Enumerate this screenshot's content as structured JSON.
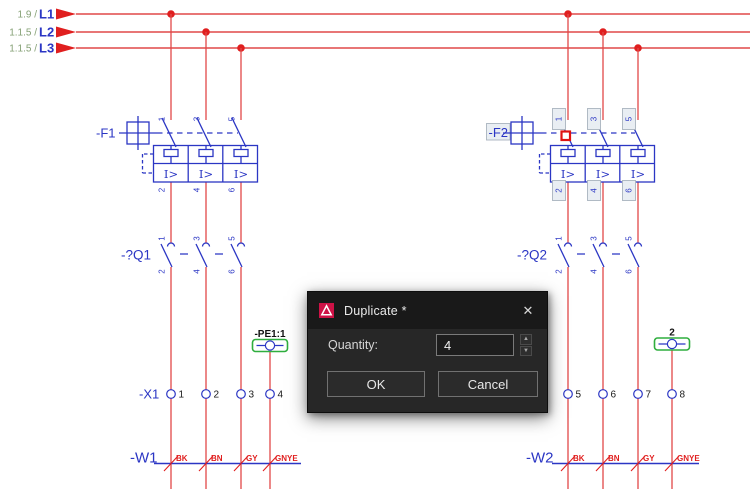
{
  "colors": {
    "wire_red": "#e14848",
    "symbol_blue": "#2b36c4",
    "pe_green": "#2fae3e",
    "xref_green": "#85a075",
    "cond_red": "#e01f1f",
    "sel_red": "#e01212",
    "dialog_bg": "#272727",
    "dialog_titlebar": "#191919",
    "logo_red": "#ce1246",
    "button_bg": "#2b2b2b"
  },
  "rails": [
    {
      "ref": "1.9 /",
      "label": "L1"
    },
    {
      "ref": "1.1.5 /",
      "label": "L2"
    },
    {
      "ref": "1.1.5 /",
      "label": "L3"
    }
  ],
  "left": {
    "breaker_label": "-F1",
    "contactor_label": "-?Q1",
    "pe_label": "-PE1:1",
    "strip_label": "-X1",
    "cable_label": "-W1",
    "trip": "I>",
    "pins_top": [
      "1",
      "3",
      "5"
    ],
    "pins_bottom": [
      "2",
      "4",
      "6"
    ],
    "terminals": [
      "1",
      "2",
      "3",
      "4"
    ],
    "conductors": [
      "BK",
      "BN",
      "GY",
      "GNYE"
    ]
  },
  "right": {
    "breaker_label": "-F2",
    "contactor_label": "-?Q2",
    "pe_label": "2",
    "cable_label": "-W2",
    "trip": "I>",
    "pins_top": [
      "1",
      "3",
      "5"
    ],
    "pins_bottom": [
      "2",
      "4",
      "6"
    ],
    "terminals": [
      "5",
      "6",
      "7",
      "8"
    ],
    "conductors": [
      "BK",
      "BN",
      "GY",
      "GNYE"
    ]
  },
  "dialog": {
    "title": "Duplicate *",
    "close_icon": "✕",
    "quantity_label": "Quantity:",
    "quantity_value": "4",
    "spin_up_icon": "▲",
    "spin_down_icon": "▼",
    "ok_label": "OK",
    "cancel_label": "Cancel"
  }
}
